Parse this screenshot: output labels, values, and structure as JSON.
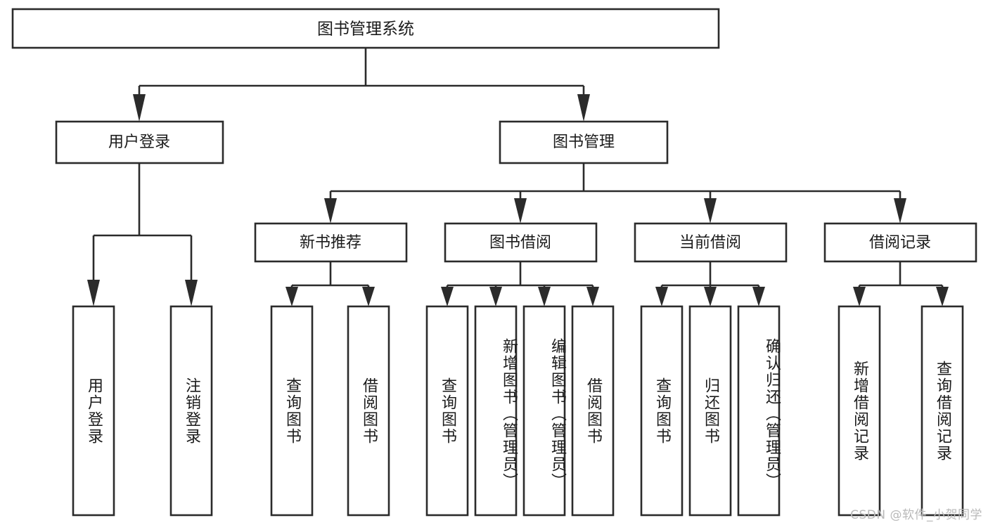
{
  "diagram": {
    "type": "tree-hierarchy",
    "title": "图书管理系统",
    "orientation": "top-down",
    "colors": {
      "box_stroke": "#2b2b2b",
      "box_fill": "#ffffff",
      "connector": "#2b2b2b",
      "text": "#1b1b1b",
      "watermark": "#b9b9b9",
      "background": "#ffffff"
    },
    "root": {
      "label": "图书管理系统"
    },
    "level2": [
      {
        "label": "用户登录"
      },
      {
        "label": "图书管理"
      }
    ],
    "level3": [
      {
        "label": "新书推荐"
      },
      {
        "label": "图书借阅"
      },
      {
        "label": "当前借阅"
      },
      {
        "label": "借阅记录"
      }
    ],
    "leaves": {
      "user_login": [
        {
          "label": "用户登录"
        },
        {
          "label": "注销登录"
        }
      ],
      "new_book_recommend": [
        {
          "label": "查询图书"
        },
        {
          "label": "借阅图书"
        }
      ],
      "book_borrow": [
        {
          "label": "查询图书"
        },
        {
          "label": "新增图书（管理员）"
        },
        {
          "label": "编辑图书（管理员）"
        },
        {
          "label": "借阅图书"
        }
      ],
      "current_borrow": [
        {
          "label": "查询图书"
        },
        {
          "label": "归还图书"
        },
        {
          "label": "确认归还（管理员）"
        }
      ],
      "borrow_record": [
        {
          "label": "新增借阅记录"
        },
        {
          "label": "查询借阅记录"
        }
      ]
    },
    "watermark": "CSDN @软件_小贺同学"
  }
}
